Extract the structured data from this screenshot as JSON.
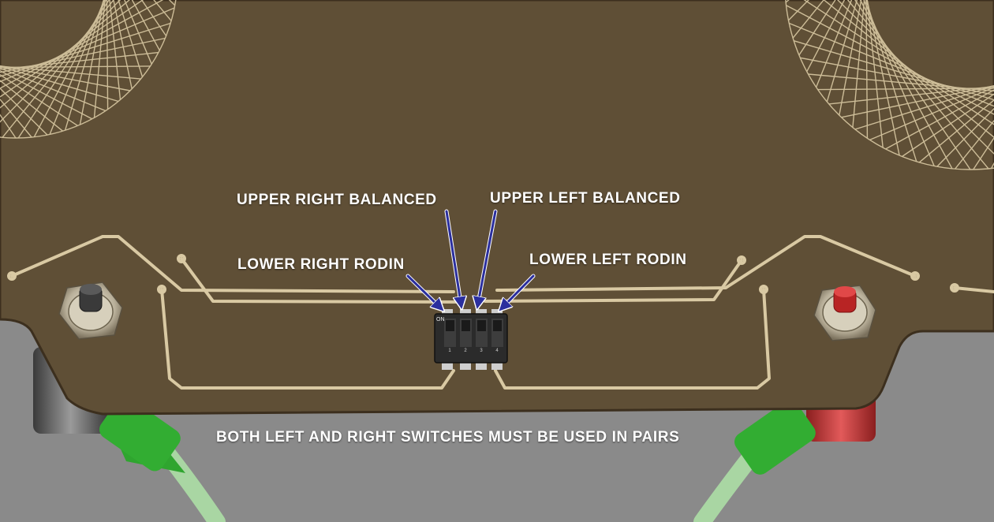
{
  "labels": {
    "upper_right": "UPPER RIGHT BALANCED",
    "upper_left": "UPPER LEFT BALANCED",
    "lower_right": "LOWER RIGHT RODIN",
    "lower_left": "LOWER LEFT RODIN",
    "note": "BOTH LEFT AND RIGHT SWITCHES MUST BE USED IN PAIRS"
  },
  "switch": {
    "marking": "ON",
    "positions": [
      "1",
      "2",
      "3",
      "4"
    ]
  },
  "colors": {
    "board": "#5f4f36",
    "board_edge": "#3c2f1e",
    "trace": "#d9c9a3",
    "arrow": "#2b2f9e",
    "background": "#8a8a8a",
    "wire_connector": "#2fa52f",
    "wire": "#a9d6a3",
    "button_left": "#3a3a3a",
    "button_right": "#d23030",
    "label_text": "#ffffff"
  },
  "icons": {
    "dip_switch": "dip-switch-icon",
    "button_left": "push-button-icon",
    "button_right": "push-button-icon"
  }
}
